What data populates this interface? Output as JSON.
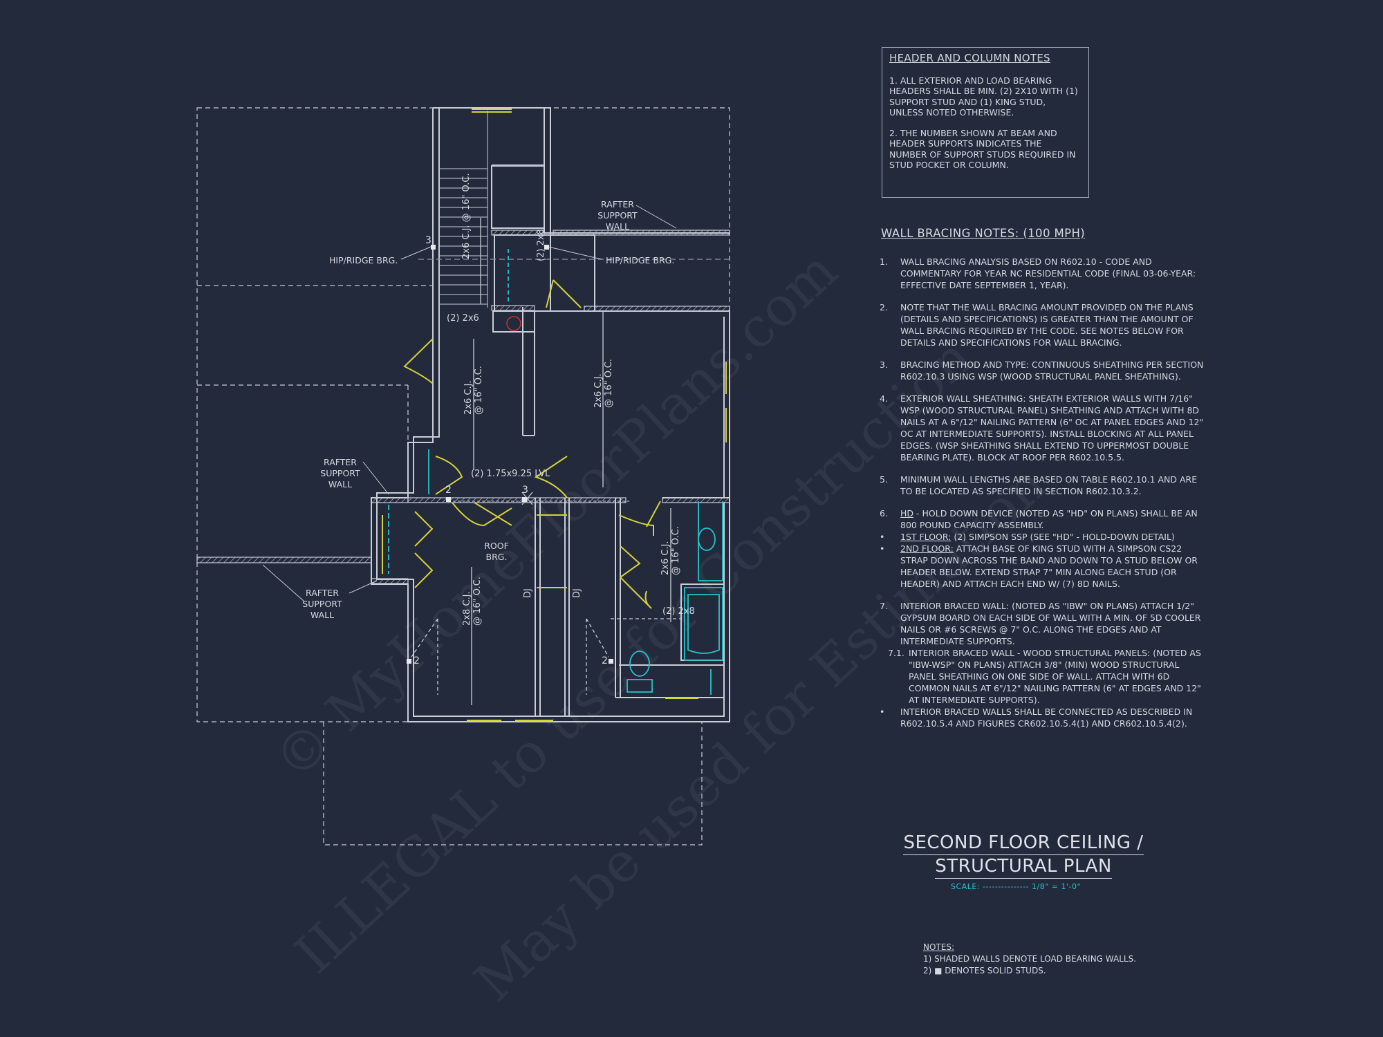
{
  "watermark": {
    "line1": "© MyHomeFloorPlans.com",
    "line2": "ILLEGAL to use for Construction",
    "line3": "May be used for Estimation"
  },
  "plan_labels": {
    "rafter_support_wall": "RAFTER SUPPORT WALL",
    "rafter_word": "RAFTER",
    "support_word": "SUPPORT",
    "wall_word": "WALL",
    "hip_ridge_left": "HIP/RIDGE BRG.",
    "hip_ridge_right": "HIP/RIDGE BRG.",
    "two_2x6": "(2) 2x6",
    "two_2x8_vertical": "(2) 2x8",
    "two_2x8": "(2) 2x8",
    "lvl": "(2) 1.75x9.25 LVL",
    "roof_brg_1": "ROOF",
    "roof_brg_2": "BRG.",
    "cj_2x6": "2x6 C.J.",
    "cj_2x8": "2x8 C.J.",
    "oc16": "@ 16\" O.C.",
    "dj": "DJ",
    "stud_3a": "3",
    "stud_2a": "2",
    "stud_3b": "3",
    "stud_2b": "2",
    "stud_2c": "2"
  },
  "header_notes": {
    "title": "HEADER AND COLUMN NOTES",
    "note1": "1. ALL EXTERIOR AND LOAD BEARING HEADERS SHALL BE MIN. (2) 2x10 WITH (1) SUPPORT STUD AND (1) KING STUD, UNLESS NOTED OTHERWISE.",
    "note2": "2. THE NUMBER SHOWN AT BEAM AND HEADER SUPPORTS INDICATES THE NUMBER OF SUPPORT STUDS REQUIRED IN STUD POCKET OR COLUMN."
  },
  "wall_bracing": {
    "title": "WALL BRACING NOTES: (100 MPH)",
    "items": [
      {
        "num": "1.",
        "text": "WALL BRACING ANALYSIS BASED ON R602.10 - CODE AND COMMENTARY FOR YEAR NC RESIDENTIAL CODE (FINAL 03-06-YEAR: EFFECTIVE DATE SEPTEMBER 1, YEAR)."
      },
      {
        "num": "2.",
        "text": "NOTE THAT THE WALL BRACING AMOUNT PROVIDED ON THE PLANS (DETAILS AND SPECIFICATIONS) IS GREATER THAN THE AMOUNT OF WALL BRACING REQUIRED BY THE CODE. SEE NOTES BELOW FOR DETAILS AND SPECIFICATIONS FOR WALL BRACING."
      },
      {
        "num": "3.",
        "text": "BRACING METHOD AND TYPE: CONTINUOUS SHEATHING PER SECTION R602.10.3 USING WSP (WOOD STRUCTURAL PANEL SHEATHING)."
      },
      {
        "num": "4.",
        "text": "EXTERIOR WALL SHEATHING: SHEATH EXTERIOR WALLS WITH 7/16\" WSP (WOOD STRUCTURAL PANEL) SHEATHING AND ATTACH WITH 8d NAILS AT A 6\"/12\" NAILING PATTERN (6\" OC AT PANEL EDGES AND 12\" OC AT INTERMEDIATE SUPPORTS). INSTALL BLOCKING AT ALL PANEL EDGES. (WSP SHEATHING SHALL EXTEND TO UPPERMOST DOUBLE BEARING PLATE). BLOCK AT ROOF PER R602.10.5.5."
      },
      {
        "num": "5.",
        "text": "MINIMUM WALL LENGTHS ARE BASED ON TABLE R602.10.1 AND ARE TO BE LOCATED AS SPECIFIED IN SECTION R602.10.3.2."
      }
    ],
    "item6_num": "6.",
    "item6_hd": "HD",
    "item6_text": " - HOLD DOWN DEVICE (NOTED AS \"HD\" ON PLANS) SHALL BE AN 800 POUND CAPACITY ASSEMBLY.",
    "bullet": "•",
    "floor1_label": "1ST FLOOR:",
    "floor1_text": " (2) SIMPSON SSP (SEE \"HD\" - HOLD-DOWN DETAIL)",
    "floor2_label": "2ND FLOOR:",
    "floor2_text": " ATTACH BASE OF KING STUD WITH A SIMPSON CS22 STRAP DOWN ACROSS THE BAND AND DOWN TO A STUD BELOW OR HEADER BELOW. EXTEND STRAP 7\" MIN ALONG EACH STUD (OR HEADER) AND ATTACH EACH END W/ (7) 8d NAILS.",
    "item7_num": "7.",
    "item7_text": "INTERIOR BRACED WALL: (NOTED AS \"IBW\" ON PLANS) ATTACH 1/2\" GYPSUM BOARD ON EACH SIDE OF WALL WITH A MIN. OF 5d COOLER NAILS OR #6 SCREWS @ 7\" O.C. ALONG THE EDGES AND AT INTERMEDIATE SUPPORTS.",
    "item71_num": "7.1.",
    "item71_text": "INTERIOR BRACED WALL - WOOD STRUCTURAL PANELS: (NOTED AS \"IBW-WSP\" ON PLANS) ATTACH 3/8\" (MIN) WOOD STRUCTURAL PANEL SHEATHING ON ONE SIDE OF WALL. ATTACH WITH 6d COMMON NAILS AT 6\"/12\" NAILING PATTERN (6\" AT EDGES AND 12\" AT INTERMEDIATE SUPPORTS).",
    "last_bullet_text": "INTERIOR BRACED WALLS SHALL BE CONNECTED AS DESCRIBED IN R602.10.5.4 AND FIGURES CR602.10.5.4(1) AND CR602.10.5.4(2)."
  },
  "title_block": {
    "line1": "SECOND FLOOR CEILING /",
    "line2": "STRUCTURAL PLAN",
    "scale": "SCALE: --------------- 1/8\" = 1'-0\""
  },
  "sheet_notes": {
    "title": "NOTES:",
    "note1": "1) SHADED WALLS DENOTE LOAD BEARING WALLS.",
    "note2": "2) ■ DENOTES SOLID STUDS."
  },
  "colors": {
    "background": "#232a3c",
    "lines": "#c9cdd8",
    "door_yellow": "#d6d23a",
    "fixture_cyan": "#28c2c8",
    "text": "#d4d8e0"
  }
}
